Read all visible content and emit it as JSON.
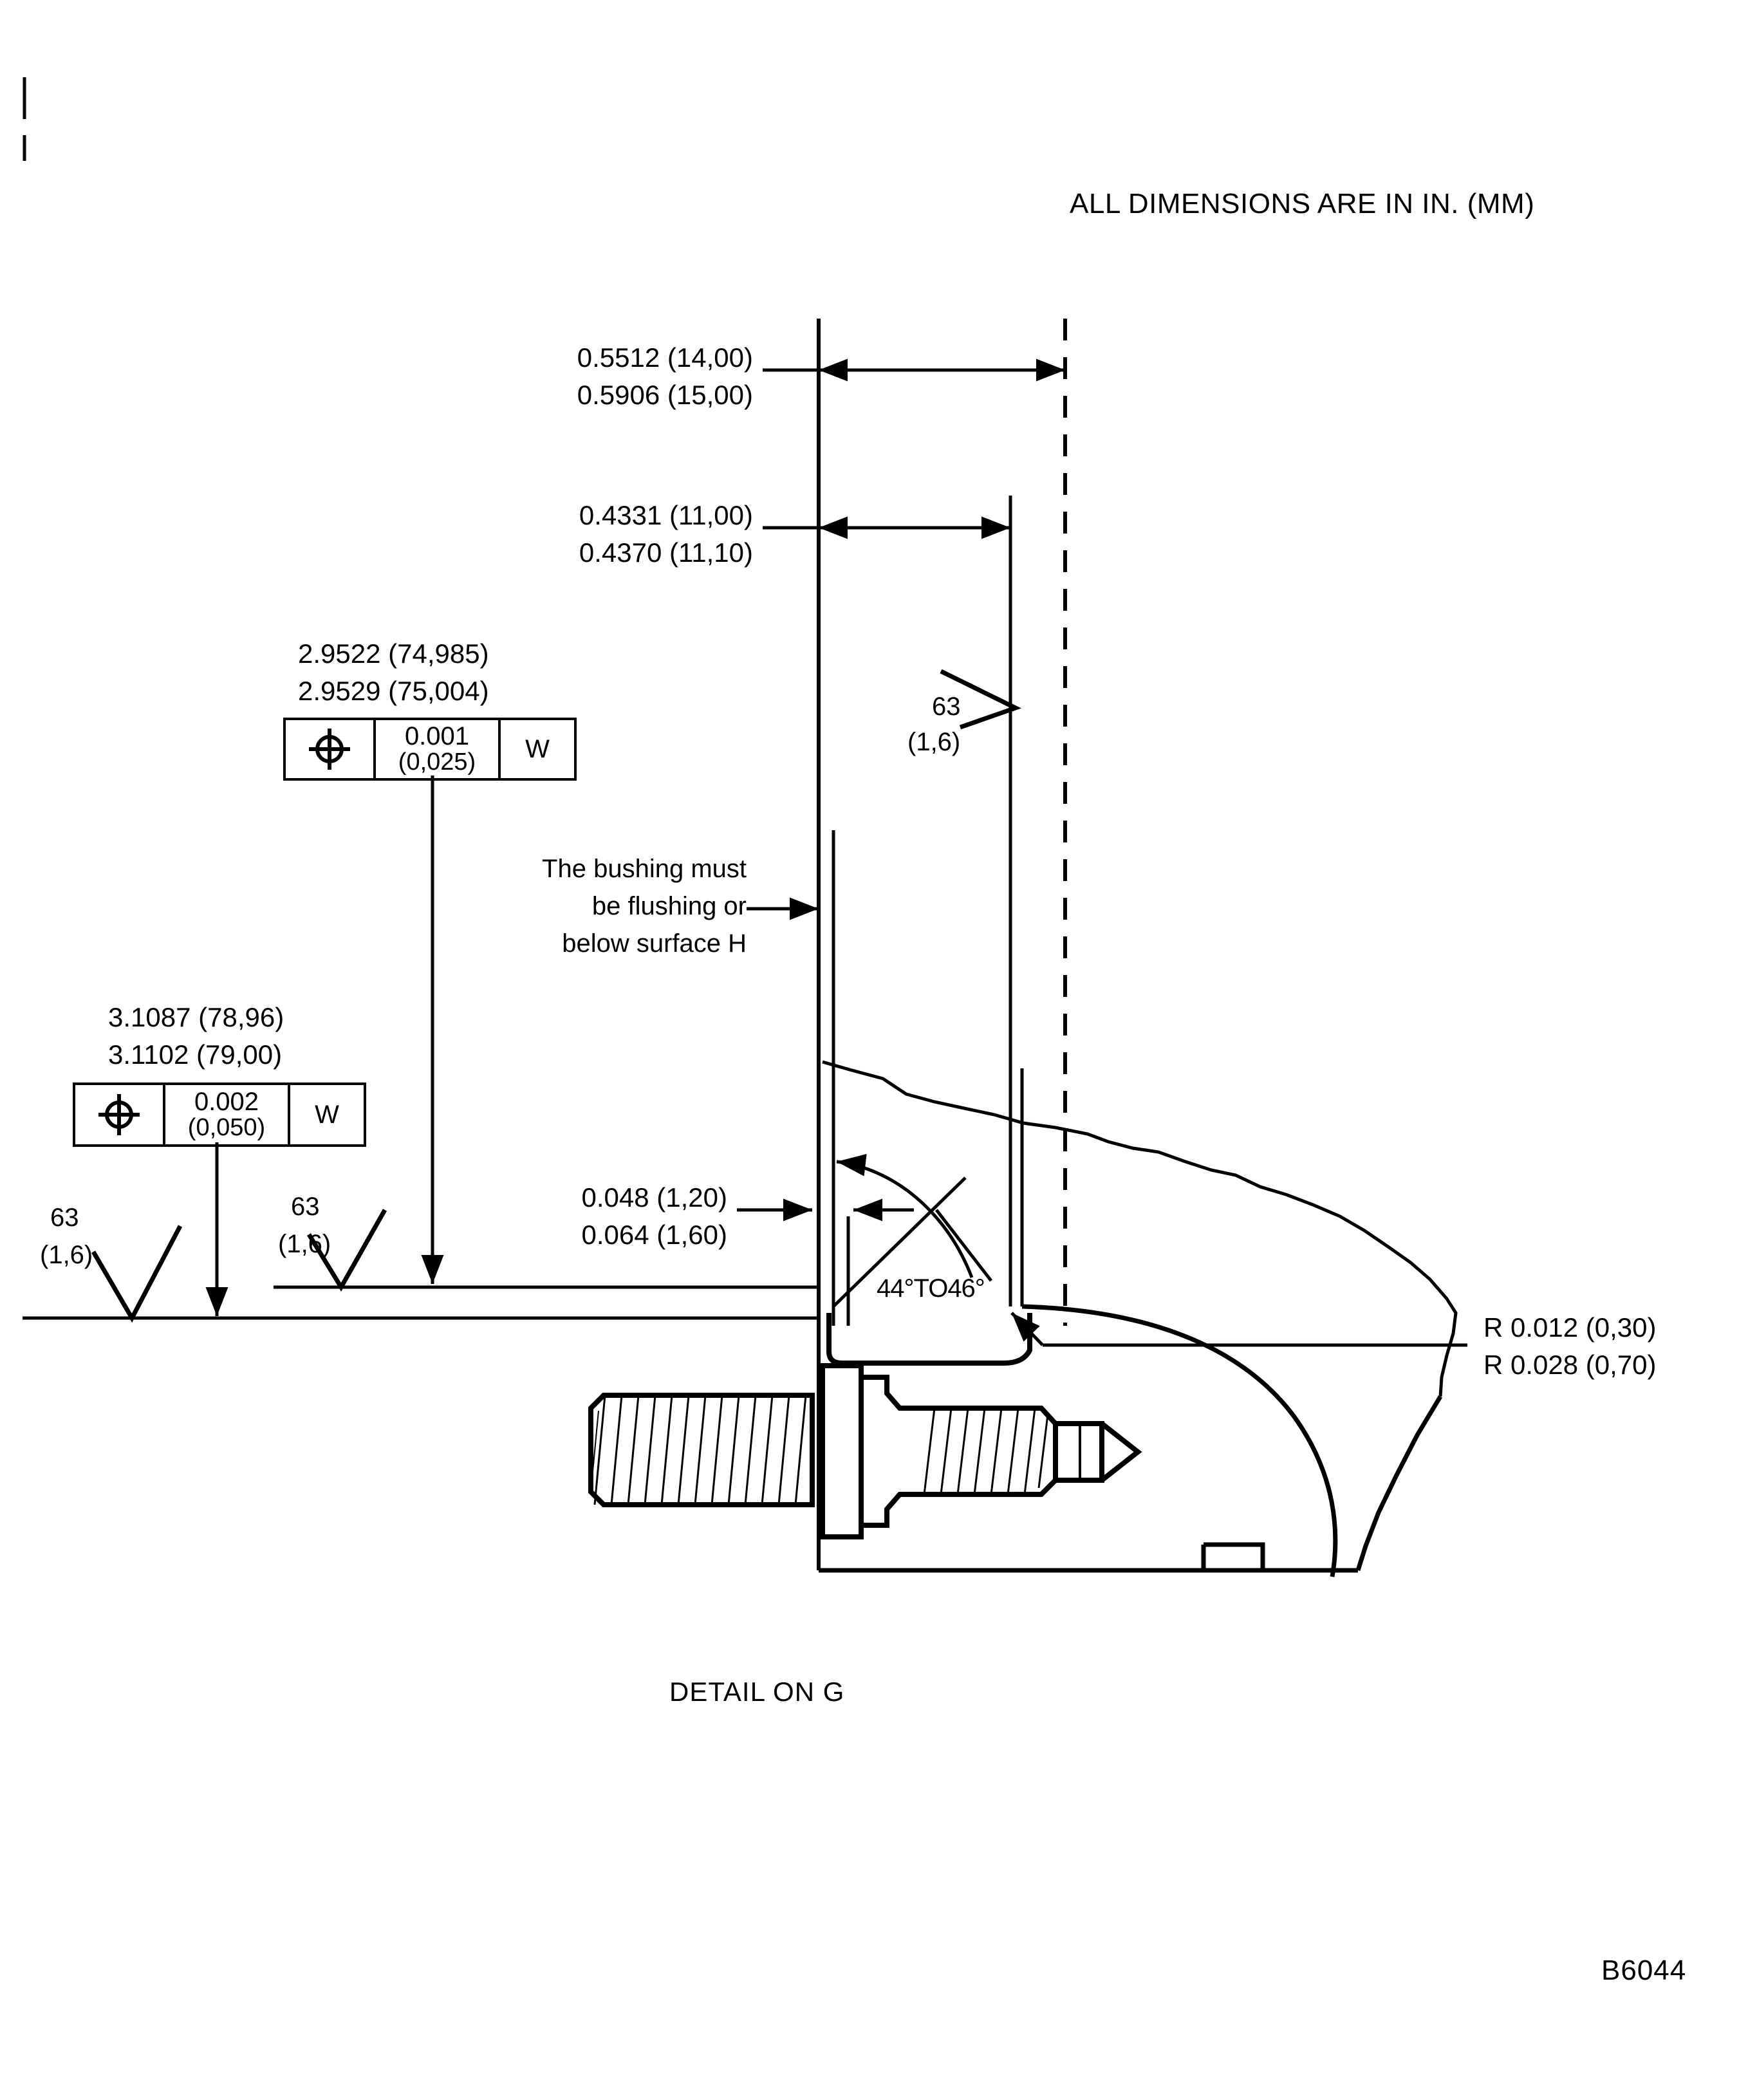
{
  "sheet": {
    "header_note": "ALL DIMENSIONS ARE IN IN. (MM)",
    "caption": "DETAIL ON G",
    "drawing_number": "B6044"
  },
  "dimensions": {
    "top_1": {
      "line_1": "0.5512 (14,00)",
      "line_2": "0.5906 (15,00)"
    },
    "top_2": {
      "line_1": "0.4331 (11,00)",
      "line_2": "0.4370 (11,10)"
    },
    "bore_upper": {
      "line_1": "2.9522 (74,985)",
      "line_2": "2.9529 (75,004)"
    },
    "bore_lower": {
      "line_1": "3.1087 (78,96)",
      "line_2": "3.1102 (79,00)"
    },
    "chamfer": {
      "line_1": "0.048 (1,20)",
      "line_2": "0.064 (1,60)"
    },
    "radius": {
      "line_1": "R 0.012 (0,30)",
      "line_2": "R 0.028 (0,70)"
    },
    "angle": "44°TO46°"
  },
  "feature_control_frames": [
    {
      "name": "position-tolerance-upper",
      "symbol": "position-symbol",
      "tolerance_top": "0.001",
      "tolerance_bottom": "(0,025)",
      "datum": "W"
    },
    {
      "name": "position-tolerance-lower",
      "symbol": "position-symbol",
      "tolerance_top": "0.002",
      "tolerance_bottom": "(0,050)",
      "datum": "W"
    }
  ],
  "surface_finish": [
    {
      "name": "surface-finish-left",
      "value": "63",
      "metric": "(1,6)"
    },
    {
      "name": "surface-finish-middle",
      "value": "63",
      "metric": "(1,6)"
    },
    {
      "name": "surface-finish-right",
      "value": "63",
      "metric": "(1,6)"
    }
  ],
  "notes": {
    "bushing": {
      "line_1": "The bushing must",
      "line_2": "be flushing or",
      "line_3": "below surface H"
    }
  },
  "colors": {
    "ink": "#000000",
    "paper": "#ffffff"
  }
}
